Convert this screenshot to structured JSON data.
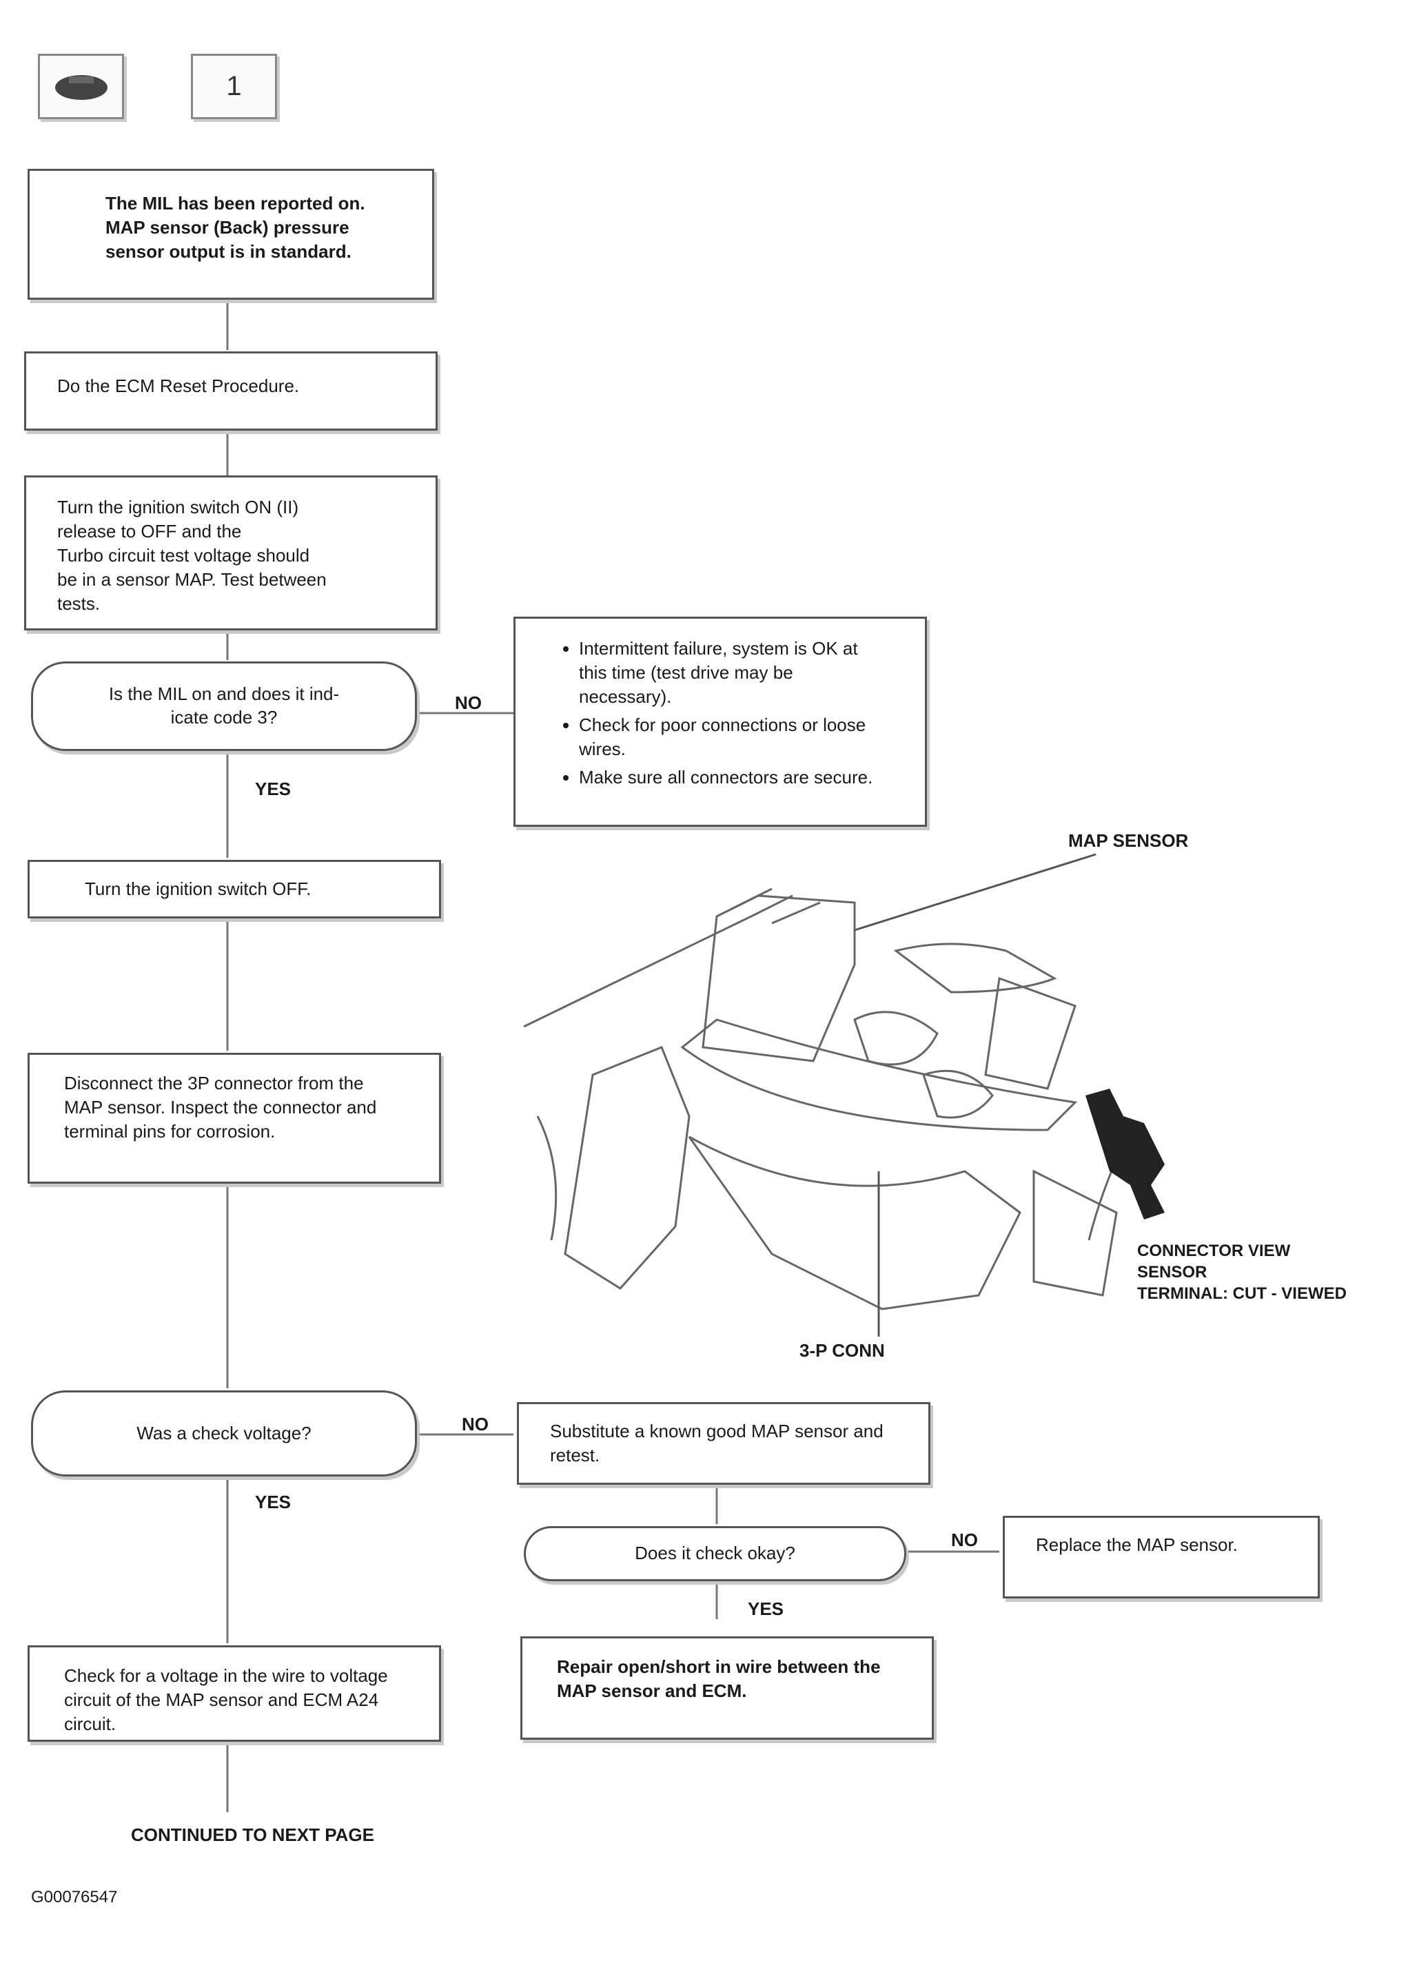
{
  "header": {
    "icon_1": "warning-icon",
    "icon_2_text": "1"
  },
  "flow": {
    "box1": "The MIL has been reported on.\nMAP sensor (Back) pressure\nsensor output is in standard.",
    "box2": "Do the ECM Reset Procedure.",
    "box3": "Turn the ignition switch ON (II)\nrelease to OFF and the\nTurbo circuit test voltage should\nbe in a sensor MAP. Test between\ntests.",
    "dec1": "Is the MIL on and does it ind-\nicate code 3?",
    "dec1_no": "NO",
    "dec1_yes": "YES",
    "side1_items": [
      "Intermittent failure, system is OK at this time (test drive may be necessary).",
      "Check for poor connections or loose wires.",
      "Make sure all connectors are secure."
    ],
    "box4": "Turn the ignition switch OFF.",
    "box5": "Disconnect the 3P connector from the MAP sensor. Inspect the connector and terminal pins for corrosion.",
    "dec2": "Was a check voltage?",
    "dec2_no": "NO",
    "dec2_yes": "YES",
    "side2": "Substitute a known good MAP sensor and retest.",
    "dec3": "Does it check okay?",
    "dec3_no": "NO",
    "dec3_yes": "YES",
    "side3": "Replace the MAP sensor.",
    "box6": "Check for a voltage in the wire to voltage circuit of the MAP sensor and ECM A24 circuit.",
    "side4": "Repair open/short in wire between the MAP sensor and ECM.",
    "continue": "CONTINUED TO NEXT PAGE",
    "figure_id": "G00076547"
  },
  "figure": {
    "label_top": "MAP SENSOR",
    "label_bottom": "3-P CONN",
    "label_right": "CONNECTOR VIEW\nSENSOR\nTERMINAL: CUT - VIEWED"
  }
}
